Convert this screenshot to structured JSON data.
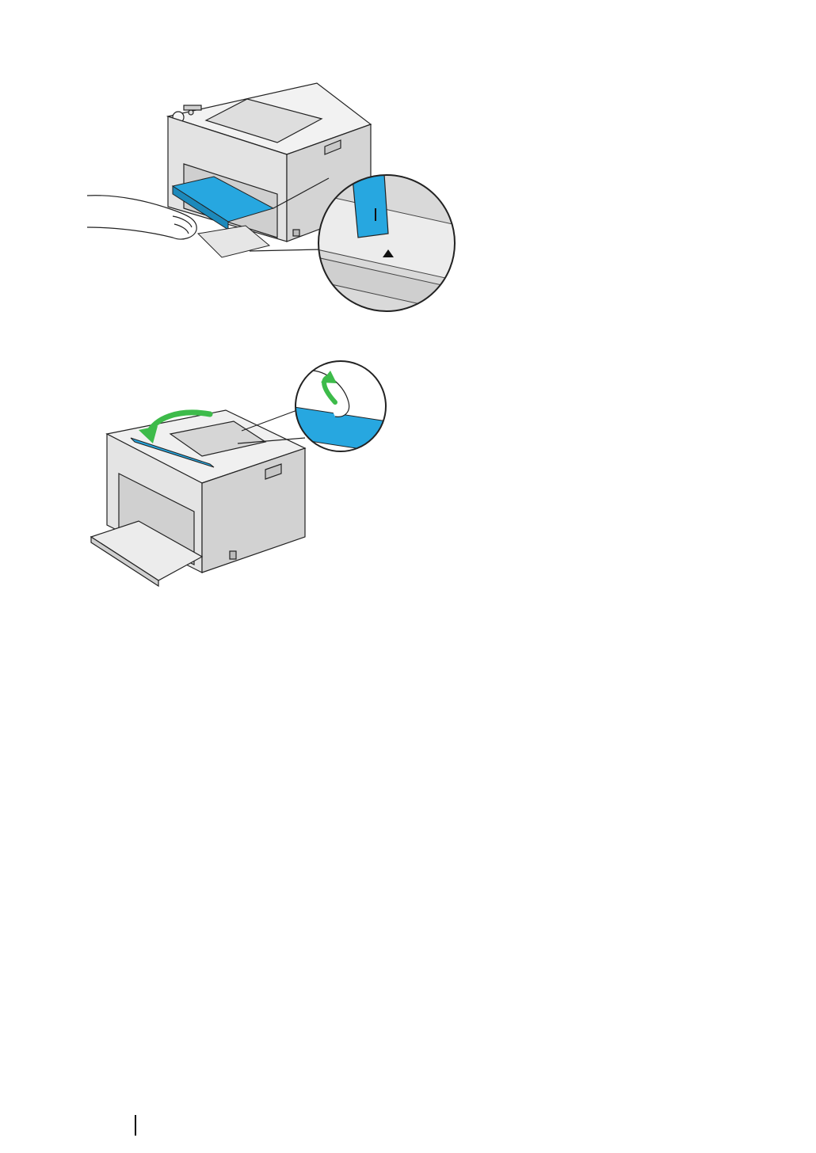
{
  "page": {
    "footer": {}
  },
  "figures": [
    {
      "id": "fig1",
      "icons": [
        "printer",
        "hand",
        "paper-tray-extension",
        "magnifier-callout",
        "alignment-marker"
      ],
      "colors": {
        "tray_blue": "#27a7e0",
        "line": "#222222",
        "body": "#e6e6e6"
      }
    },
    {
      "id": "fig2",
      "icons": [
        "printer",
        "top-cover",
        "green-arrow",
        "magnifier-callout",
        "hand"
      ],
      "colors": {
        "cover_blue": "#27a7e0",
        "arrow_green": "#3dbb4a",
        "line": "#222222"
      }
    }
  ]
}
